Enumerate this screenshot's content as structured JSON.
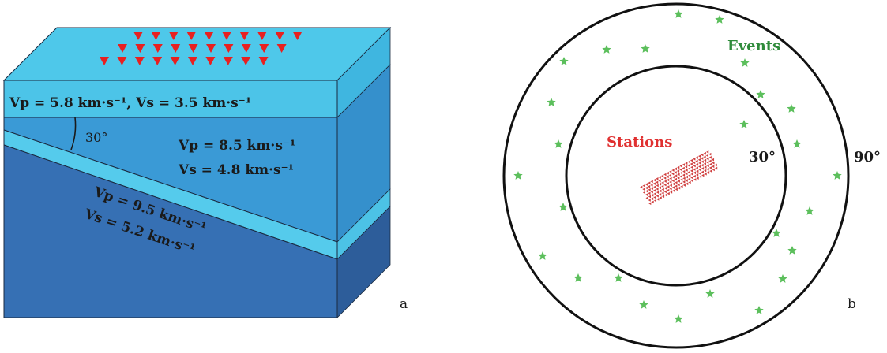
{
  "panel_a": {
    "layer1_label": "Vp = 5.8 km·s⁻¹, Vs = 3.5 km·s⁻¹",
    "angle_label": "30°",
    "layer2_vp": "Vp = 8.5 km·s⁻¹",
    "layer2_vs": "Vs = 4.8 km·s⁻¹",
    "layer3_vp": "Vp = 9.5 km·s⁻¹",
    "layer3_vs": "Vs = 5.2 km·s⁻¹",
    "panel_letter": "a",
    "colors": {
      "top_face": "#4ec8ea",
      "upper_layer": "#4cc4e8",
      "middle_layer": "#3a9ad6",
      "slab_band": "#55cbec",
      "lower_layer": "#3670b4",
      "right_dark": "#2d5d9a",
      "station_marker": "#e82020"
    }
  },
  "panel_b": {
    "events_label": "Events",
    "stations_label": "Stations",
    "inner_ring_label": "30°",
    "outer_ring_label": "90°",
    "panel_letter": "b",
    "colors": {
      "events_text": "#2e8b3a",
      "event_star": "#5cbf5c",
      "stations_text": "#e03030",
      "station_marker": "#d04040"
    }
  }
}
